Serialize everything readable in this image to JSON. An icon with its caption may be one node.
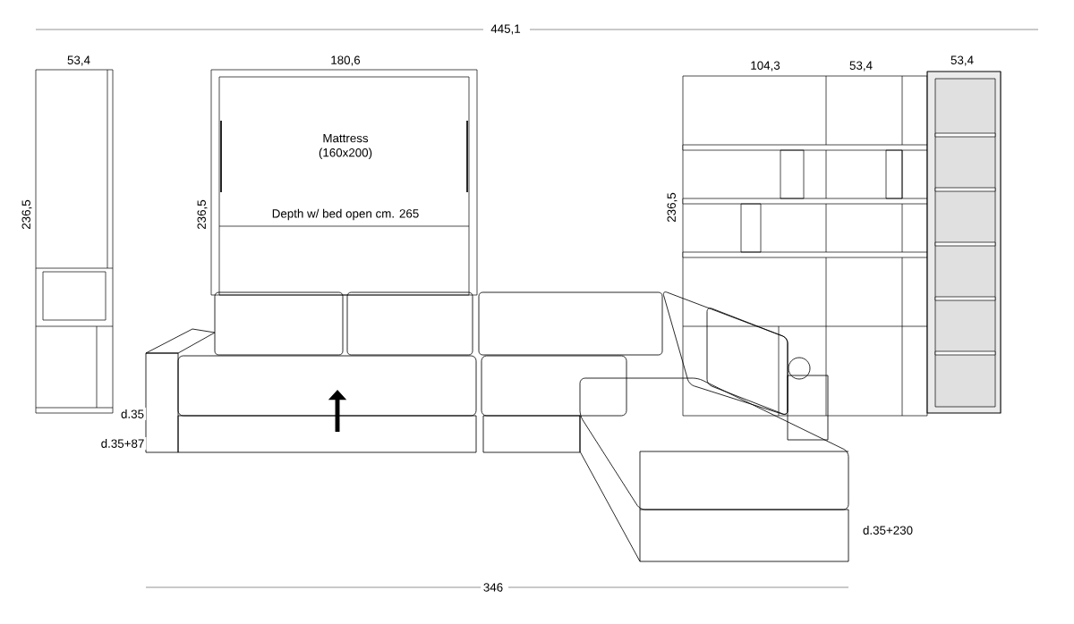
{
  "diagram": {
    "labels": [
      "445,1",
      "53,4",
      "180,6",
      "104,3",
      "53,4",
      "53,4",
      "Mattress (160x200)",
      "236,5",
      "236,5",
      "236,5",
      "Depth w/ bed open cm. 265",
      "d.35",
      "d.35+87",
      "d.35+230",
      "346"
    ]
  }
}
